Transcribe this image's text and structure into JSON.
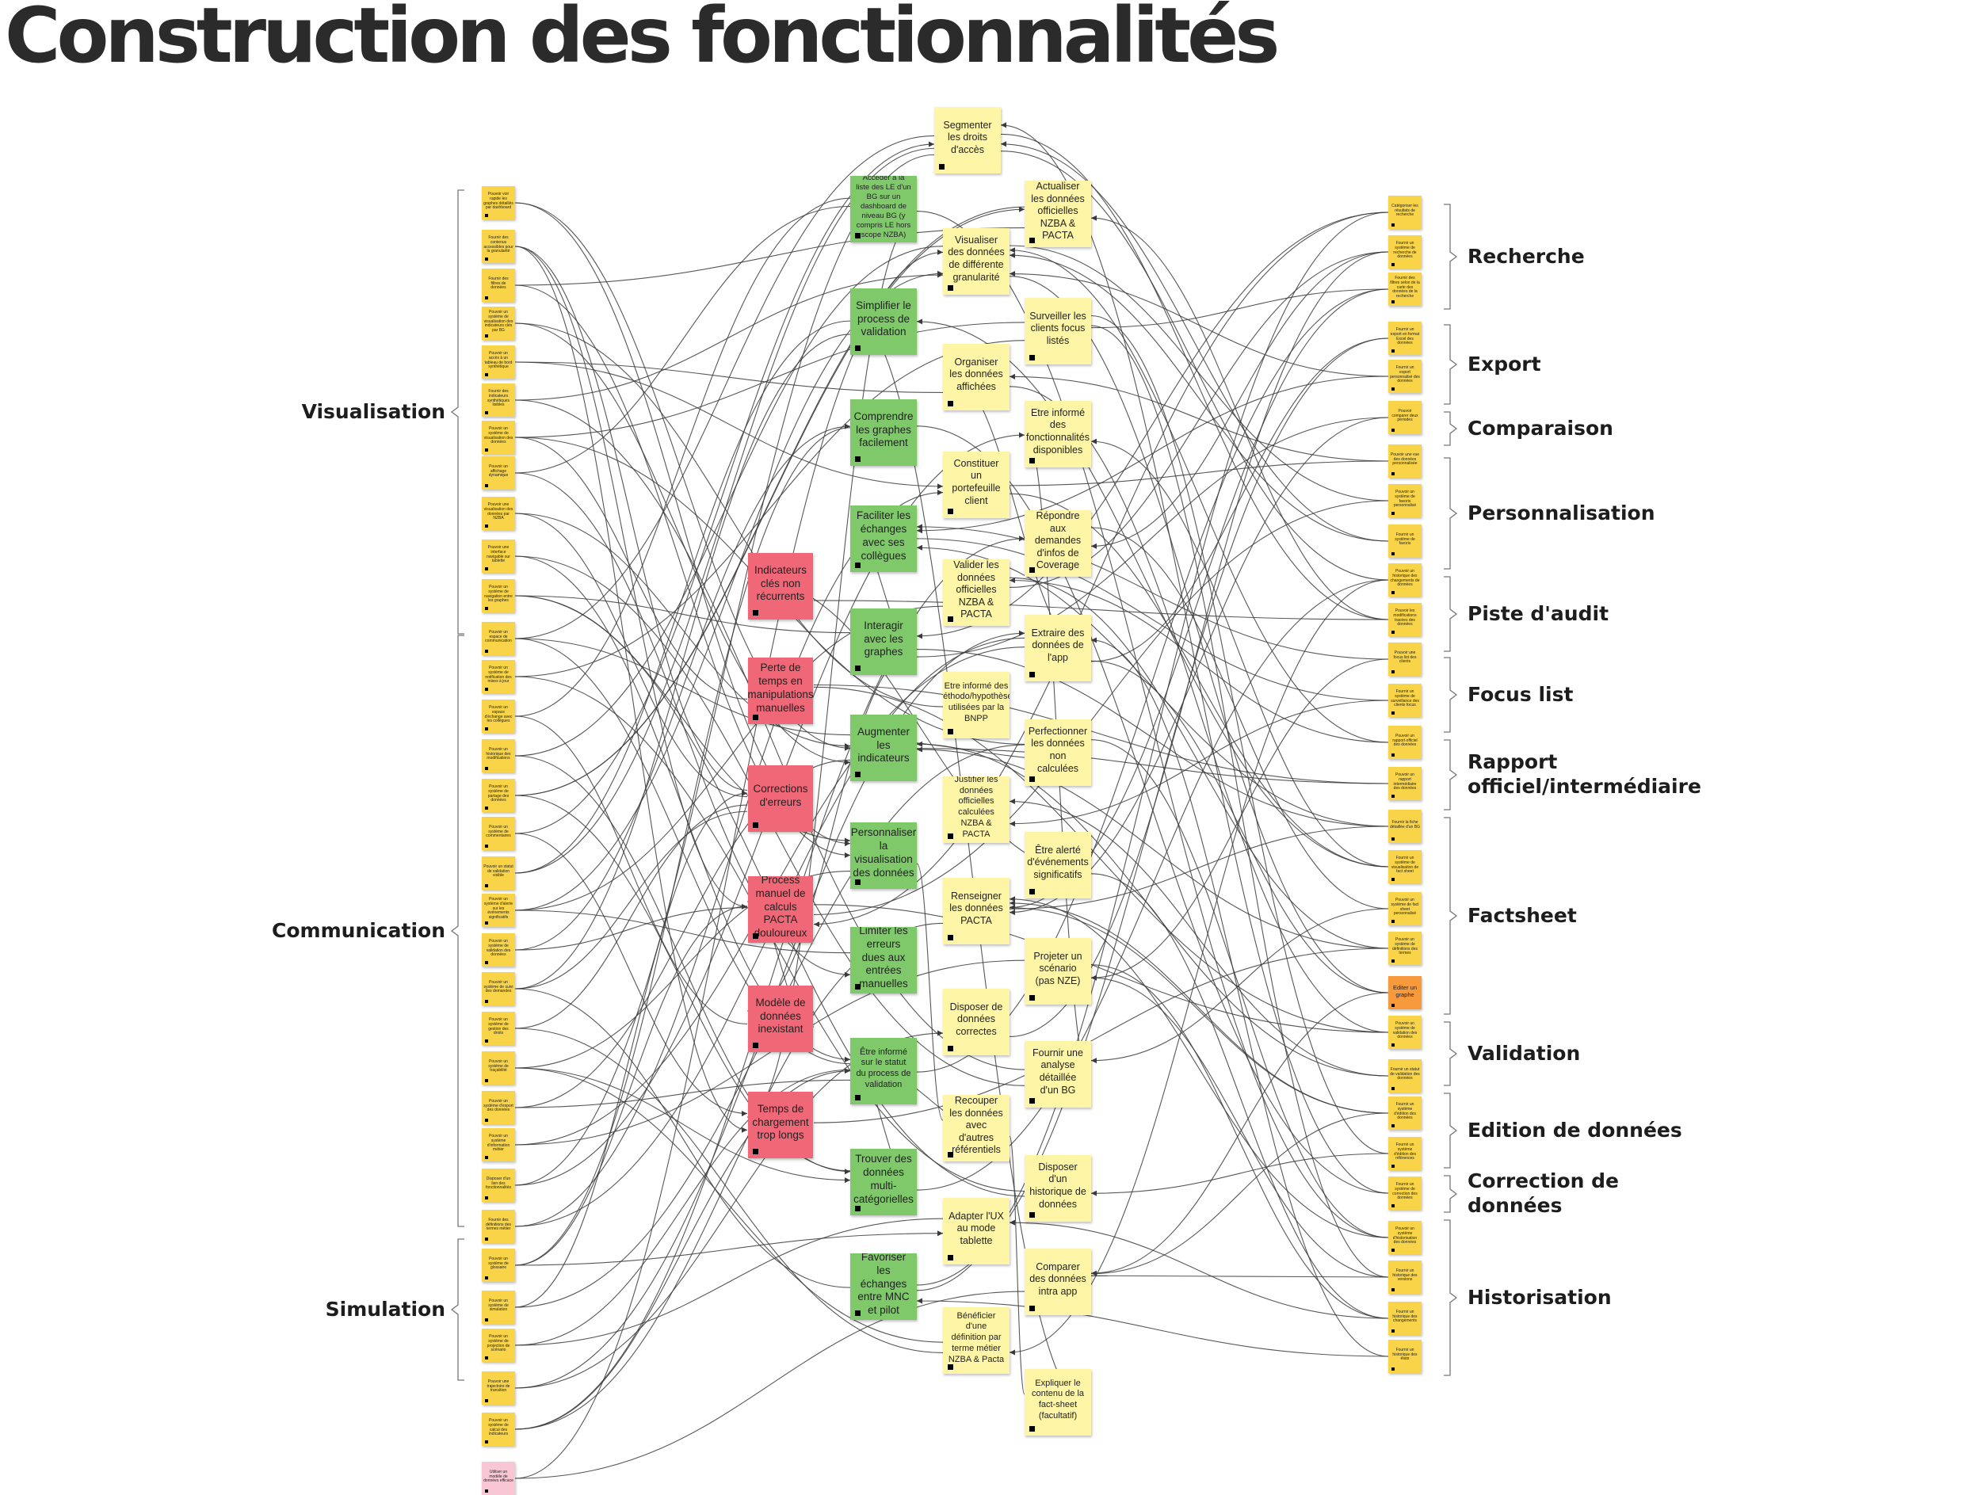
{
  "title": "Construction des fonctionnalités",
  "colors": {
    "yellow": "#fef6a6",
    "gold": "#f9d448",
    "green": "#7fc96b",
    "red": "#f06778",
    "orange": "#f79a3c",
    "pink": "#f8c6d4",
    "connector": "#3a3a3a"
  },
  "left_categories": [
    "Visualisation",
    "Communication",
    "Simulation"
  ],
  "right_categories": [
    "Recherche",
    "Export",
    "Comparaison",
    "Personnalisation",
    "Piste d'audit",
    "Focus list",
    "Rapport officiel/intermédiaire",
    "Factsheet",
    "Validation",
    "Edition de données",
    "Correction de données",
    "Historisation"
  ],
  "left_notes": [
    "Pouvoir voir rapide les graphes détaillés par dashboard",
    "Fournir des contenus accessibles pour la granularité",
    "Fournir des filtres de données",
    "Pouvoir un système de visualisation des indicateurs clés par BG",
    "Pouvoir un accès à un tableau de bord synthétique",
    "Fournir des indicateurs synthétiques lisibles",
    "Pouvoir un système de visualisation des données",
    "Pouvoir un affichage dynamique",
    "Pouvoir une visualisation des données par NZBA",
    "Pouvoir une interface navigable sur tablette",
    "Pouvoir un système de navigation entre les graphes",
    "Pouvoir un espace de communication",
    "Pouvoir un système de notification des mises à jour",
    "Pouvoir un espace d'échange avec les collègues",
    "Pouvoir un historique des modifications",
    "Pouvoir un système de partage des données",
    "Pouvoir un système de commentaires",
    "Pouvoir un statut de validation visible",
    "Pouvoir un système d'alerte sur les événements significatifs",
    "Pouvoir un système de validation des données",
    "Pouvoir un système de suivi des demandes",
    "Pouvoir un système de gestion des droits",
    "Pouvoir un système de traçabilité",
    "Pouvoir un système d'export des données",
    "Pouvoir un système d'information métier",
    "Disposer d'un lien des fonctionnalités",
    "Fournir des définitions des termes métier",
    "Pouvoir un système de glossaire",
    "Pouvoir un système de simulation",
    "Pouvoir un système de projection de scénario",
    "Pouvoir une trajectoire de transition",
    "Pouvoir un système de calcul des indicateurs",
    "Utiliser un modèle de données efficace"
  ],
  "center_notes": [
    {
      "id": "c1",
      "text": "Segmenter les droits d'accès",
      "color": "yellow"
    },
    {
      "id": "c2",
      "text": "Accéder à la liste des LE d'un BG sur un dashboard de niveau BG (y compris LE hors scope NZBA)",
      "color": "green"
    },
    {
      "id": "c3",
      "text": "Actualiser les données officielles NZBA & PACTA",
      "color": "yellow"
    },
    {
      "id": "c4",
      "text": "Visualiser des données de différente granularité",
      "color": "yellow"
    },
    {
      "id": "c5",
      "text": "Simplifier le process de validation",
      "color": "green"
    },
    {
      "id": "c6",
      "text": "Surveiller les clients focus listés",
      "color": "yellow"
    },
    {
      "id": "c7",
      "text": "Organiser les données affichées",
      "color": "yellow"
    },
    {
      "id": "c8",
      "text": "Comprendre les graphes facilement",
      "color": "green"
    },
    {
      "id": "c9",
      "text": "Etre informé des fonctionnalités disponibles",
      "color": "yellow"
    },
    {
      "id": "c10",
      "text": "Constituer un portefeuille client",
      "color": "yellow"
    },
    {
      "id": "c11",
      "text": "Faciliter les échanges avec ses collègues",
      "color": "green"
    },
    {
      "id": "c12",
      "text": "Répondre aux demandes d'infos de Coverage",
      "color": "yellow"
    },
    {
      "id": "c13",
      "text": "Indicateurs clés non récurrents",
      "color": "red"
    },
    {
      "id": "c14",
      "text": "Valider les données officielles NZBA & PACTA",
      "color": "yellow"
    },
    {
      "id": "c15",
      "text": "Interagir avec les graphes",
      "color": "green"
    },
    {
      "id": "c16",
      "text": "Extraire des données de l'app",
      "color": "yellow"
    },
    {
      "id": "c17",
      "text": "Perte de temps en manipulations manuelles",
      "color": "red"
    },
    {
      "id": "c18",
      "text": "Etre informé des méthodo/hypothèses utilisées par la BNPP",
      "color": "yellow"
    },
    {
      "id": "c19",
      "text": "Augmenter les indicateurs",
      "color": "green"
    },
    {
      "id": "c20",
      "text": "Perfectionner les données non calculées",
      "color": "yellow"
    },
    {
      "id": "c21",
      "text": "Corrections d'erreurs",
      "color": "red"
    },
    {
      "id": "c22",
      "text": "Justifier les données officielles calculées NZBA & PACTA",
      "color": "yellow"
    },
    {
      "id": "c23",
      "text": "Personnaliser la visualisation des données",
      "color": "green"
    },
    {
      "id": "c24",
      "text": "Être alerté d'événements significatifs",
      "color": "yellow"
    },
    {
      "id": "c25",
      "text": "Process manuel de calculs PACTA douloureux",
      "color": "red"
    },
    {
      "id": "c26",
      "text": "Renseigner les données PACTA",
      "color": "yellow"
    },
    {
      "id": "c27",
      "text": "Limiter les erreurs dues aux entrées manuelles",
      "color": "green"
    },
    {
      "id": "c28",
      "text": "Projeter un scénario (pas NZE)",
      "color": "yellow"
    },
    {
      "id": "c29",
      "text": "Modèle de données inexistant",
      "color": "red"
    },
    {
      "id": "c30",
      "text": "Disposer de données correctes",
      "color": "yellow"
    },
    {
      "id": "c31",
      "text": "Être informé sur le statut du process de validation",
      "color": "green"
    },
    {
      "id": "c32",
      "text": "Fournir une analyse détaillée d'un BG",
      "color": "yellow"
    },
    {
      "id": "c33",
      "text": "Temps de chargement trop longs",
      "color": "red"
    },
    {
      "id": "c34",
      "text": "Recouper les données avec d'autres référentiels",
      "color": "yellow"
    },
    {
      "id": "c35",
      "text": "Trouver des données multi-catégorielles",
      "color": "green"
    },
    {
      "id": "c36",
      "text": "Disposer d'un historique de données",
      "color": "yellow"
    },
    {
      "id": "c37",
      "text": "Adapter l'UX au mode tablette",
      "color": "yellow"
    },
    {
      "id": "c38",
      "text": "Favoriser les échanges entre MNC et pilot",
      "color": "green"
    },
    {
      "id": "c39",
      "text": "Comparer des données intra app",
      "color": "yellow"
    },
    {
      "id": "c40",
      "text": "Bénéficier d'une définition par terme métier NZBA & Pacta",
      "color": "yellow"
    },
    {
      "id": "c41",
      "text": "Expliquer le contenu de la fact-sheet (facultatif)",
      "color": "yellow"
    }
  ],
  "right_notes": [
    "Catégoriser les résultats de recherche",
    "Fournir un système de recherche de données",
    "Fournir des filtres selon de la carte des données de la recherche",
    "Fournir un export en format Excel des données",
    "Fournir un export personnalisé des données",
    "Pouvoir comparer deux périodes",
    "Pouvoir une vue des données personnalisée",
    "Pouvoir un système de favoris personnalisé",
    "Fournir un système de favoris",
    "Pouvoir un historique des changements de données",
    "Pouvoir les modifications tracées des données",
    "Pouvoir une focus list des clients",
    "Fournir un système de surveillance des clients focus",
    "Pouvoir un rapport officiel des données",
    "Pouvoir un rapport intermédiaire des données",
    "Fournir la fiche détaillée d'un BG",
    "Fournir un système de visualisation de fact sheet",
    "Pouvoir un système de fact sheet personnalisé",
    "Pouvoir un système de définitions des termes",
    "Editer un graphe",
    "Pouvoir un système de validation des données",
    "Fournir un statut de validation des données",
    "Fournir un système d'édition des données",
    "Fournir un système d'édition des références",
    "Fournir un système de correction des données",
    "Pouvoir un système d'historisation des données",
    "Fournir un historique des versions",
    "Fournir un historique des changements",
    "Fournir un historique des états"
  ]
}
